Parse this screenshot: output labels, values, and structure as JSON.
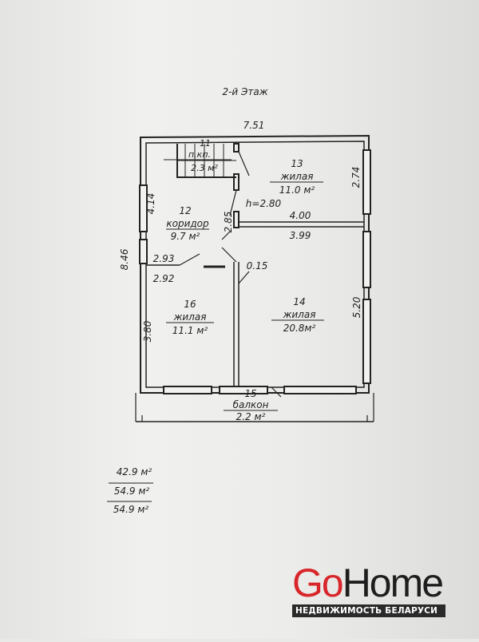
{
  "plan": {
    "title": "2-й Этаж",
    "overall_width": "7.51",
    "overall_height": "8.46",
    "ceiling_height": "h=2.80",
    "rooms": [
      {
        "number": "11",
        "name": "п.кп.",
        "area": "2.3 м²"
      },
      {
        "number": "12",
        "name": "коридор",
        "area": "9.7 м²"
      },
      {
        "number": "13",
        "name": "жилая",
        "area": "11.0 м²"
      },
      {
        "number": "14",
        "name": "жилая",
        "area": "20.8м²"
      },
      {
        "number": "15",
        "name": "балкон",
        "area": "2.2 м²"
      },
      {
        "number": "16",
        "name": "жилая",
        "area": "11.1 м²"
      }
    ],
    "dimensions": {
      "d274": "2.74",
      "d414": "4.14",
      "d285": "2.85",
      "d400": "4.00",
      "d399": "3.99",
      "d293": "2.93",
      "d292": "2.92",
      "d015": "0.15",
      "d380": "3.80",
      "d520": "5.20"
    },
    "totals": [
      "42.9 м²",
      "54.9 м²",
      "54.9 м²"
    ]
  },
  "logo": {
    "go": "Go",
    "home": "Home",
    "tagline": "НЕДВИЖИМОСТЬ БЕЛАРУСИ"
  }
}
